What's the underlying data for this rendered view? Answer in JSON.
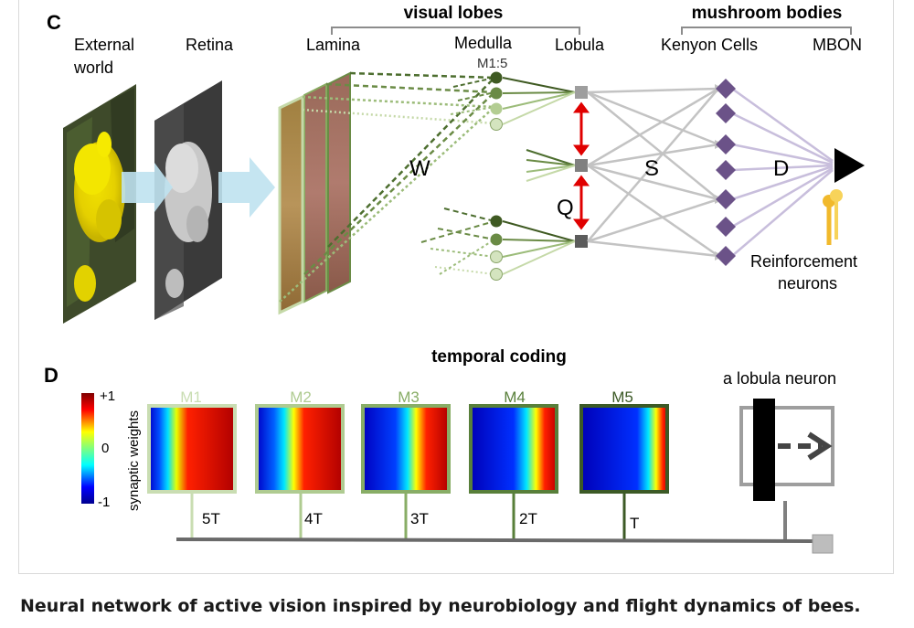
{
  "panel_c": {
    "label": "C",
    "external_world": [
      "External",
      "world"
    ],
    "retina": "Retina",
    "visual_lobes": "visual lobes",
    "lamina": "Lamina",
    "medulla": "Medulla",
    "lobula": "Lobula",
    "m15": "M1:5",
    "mushroom_bodies": "mushroom bodies",
    "kenyon_cells": "Kenyon Cells",
    "mbon": "MBON",
    "w": "W",
    "s": "S",
    "q": "Q",
    "d": "D",
    "reinforcement": [
      "Reinforcement",
      "neurons"
    ]
  },
  "panel_d": {
    "label": "D",
    "title": "temporal coding",
    "colorbar_max": "+1",
    "colorbar_mid": "0",
    "colorbar_min": "-1",
    "colorbar_label": "synaptic weights",
    "lobula_neuron": "a lobula neuron",
    "maps": [
      {
        "name": "M1",
        "delay": "5T",
        "color": "#c9ddb2"
      },
      {
        "name": "M2",
        "delay": "4T",
        "color": "#afcb91"
      },
      {
        "name": "M3",
        "delay": "3T",
        "color": "#88ad66"
      },
      {
        "name": "M4",
        "delay": "2T",
        "color": "#587f3a"
      },
      {
        "name": "M5",
        "delay": "T",
        "color": "#3c5a26"
      }
    ]
  },
  "caption": "Neural network of active vision inspired by neurobiology and flight dynamics of bees."
}
